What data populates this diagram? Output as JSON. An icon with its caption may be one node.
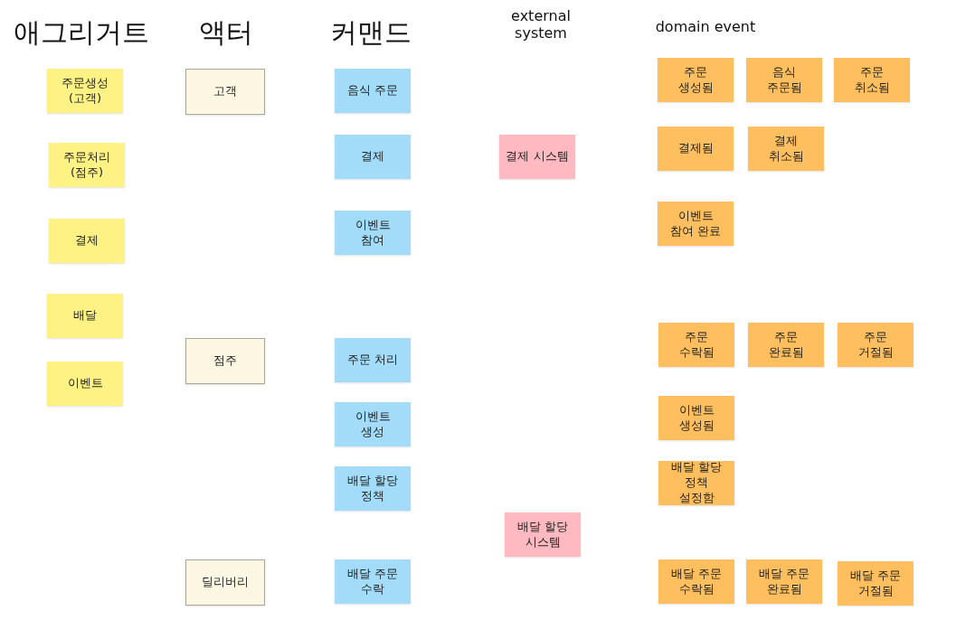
{
  "diagram": {
    "nodes": [
      {
        "text": [
          "주문생성 (고객)"
        ]
      },
      {
        "text": [
          "주문처리 (점주)"
        ]
      },
      {
        "text": [
          "결제"
        ]
      },
      {
        "text": [
          "배달"
        ]
      },
      {
        "text": [
          "이벤트"
        ]
      },
      {
        "text": [
          "고객"
        ]
      },
      {
        "text": [
          "점주"
        ]
      },
      {
        "text": [
          "딜리버리"
        ]
      },
      {
        "text": [
          "음식 주문"
        ]
      },
      {
        "text": [
          "결제"
        ]
      },
      {
        "text": [
          "이벤트 참여"
        ]
      },
      {
        "text": [
          "주문 처리"
        ]
      },
      {
        "text": [
          "이벤트 생성"
        ]
      },
      {
        "text": [
          "배달 할당 정책"
        ]
      },
      {
        "text": [
          "배달 주문 수락"
        ]
      },
      {
        "text": [
          "결제 시스템"
        ]
      },
      {
        "text": [
          "배달 할당 시스템"
        ]
      },
      {
        "text": [
          "주문 생성됨"
        ]
      },
      {
        "text": [
          "음식 주문됨"
        ]
      },
      {
        "text": [
          "주문 취소됨"
        ]
      },
      {
        "text": [
          "결제됨"
        ]
      },
      {
        "text": [
          "결제 취소됨"
        ]
      },
      {
        "text": [
          "이벤트 참여 완료"
        ]
      },
      {
        "text": [
          "주문 수락됨"
        ]
      },
      {
        "text": [
          "주문 완료됨"
        ]
      },
      {
        "text": [
          "주문 거절됨"
        ]
      },
      {
        "text": [
          "이벤트 생성됨"
        ]
      },
      {
        "text": [
          "배달 할당 정책 설정함"
        ]
      },
      {
        "text": [
          "배달 주문 수락됨"
        ]
      },
      {
        "text": [
          "배달 주문 완료됨"
        ]
      },
      {
        "text": [
          "배달 주문 거절됨"
        ]
      }
    ],
    "labels": [
      "애그리거트",
      "액터",
      "커맨드",
      "external system",
      "domain event"
    ]
  }
}
